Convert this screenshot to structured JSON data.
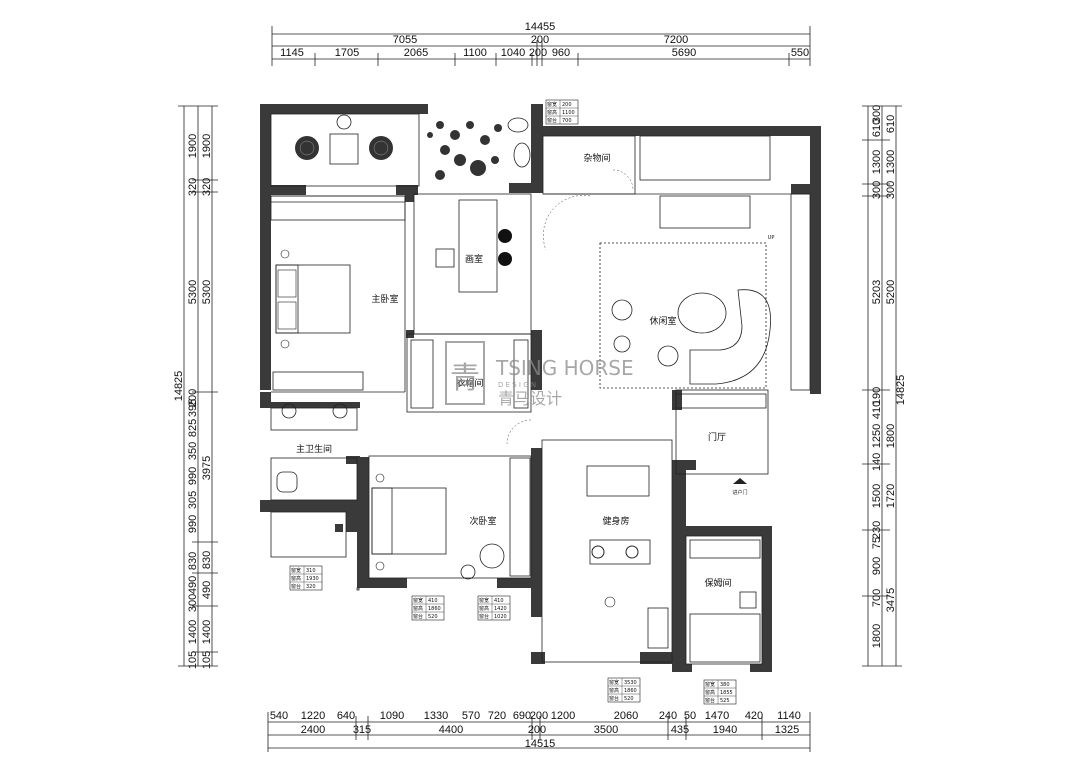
{
  "dimensions": {
    "top": {
      "total": "14455",
      "mid": [
        "7055",
        "200",
        "7200"
      ],
      "detail": [
        "1145",
        "1705",
        "2065",
        "1100",
        "1040",
        "200",
        "960",
        "5690",
        "550"
      ]
    },
    "bottom": {
      "detail": [
        "540",
        "1220",
        "640",
        "1090",
        "1330",
        "570",
        "720",
        "690",
        "200",
        "1200",
        "2060",
        "240",
        "50",
        "1470",
        "420",
        "1140"
      ],
      "mid": [
        "2400",
        "315",
        "4400",
        "200",
        "3500",
        "435",
        "1940",
        "1325"
      ],
      "total": "14515"
    },
    "left": {
      "total": "14825",
      "detail": [
        "1900",
        "320",
        "5300",
        "200",
        "395",
        "825",
        "350",
        "990",
        "305",
        "990",
        "830",
        "490",
        "300",
        "1400",
        "105"
      ],
      "mid": [
        "1900",
        "320",
        "5300",
        "3975",
        "830",
        "490",
        "1400",
        "105"
      ]
    },
    "right": {
      "total": "14825",
      "detail": [
        "300",
        "610",
        "1300",
        "300",
        "5203",
        "190",
        "410",
        "1250",
        "140",
        "1500",
        "230",
        "75",
        "900",
        "700",
        "1800"
      ],
      "mid": [
        "610",
        "1300",
        "300",
        "5200",
        "1800",
        "1720",
        "3475"
      ]
    }
  },
  "rooms": {
    "master_bedroom": "主卧室",
    "studio": "画室",
    "storage": "杂物间",
    "lounge": "休闲室",
    "cloakroom": "衣帽间",
    "master_bath": "主卫生间",
    "second_bedroom": "次卧室",
    "foyer": "门厅",
    "gym": "健身房",
    "nanny_room": "保姆间",
    "entry_door": "进户门",
    "up": "UP"
  },
  "window_tags": [
    {
      "a": "窗宽",
      "a_v": "200",
      "b": "窗高",
      "b_v": "1100",
      "c": "窗台",
      "c_v": "700"
    },
    {
      "a": "窗宽",
      "a_v": "310",
      "b": "窗高",
      "b_v": "1930",
      "c": "窗台",
      "c_v": "320"
    },
    {
      "a": "窗宽",
      "a_v": "410",
      "b": "窗高",
      "b_v": "1860",
      "c": "窗台",
      "c_v": "520"
    },
    {
      "a": "窗宽",
      "a_v": "410",
      "b": "窗高",
      "b_v": "1420",
      "c": "窗台",
      "c_v": "1020"
    },
    {
      "a": "窗宽",
      "a_v": "3530",
      "b": "窗高",
      "b_v": "1860",
      "c": "窗台",
      "c_v": "520"
    },
    {
      "a": "窗宽",
      "a_v": "380",
      "b": "窗高",
      "b_v": "1855",
      "c": "窗台",
      "c_v": "525"
    }
  ],
  "watermark": {
    "brand": "TSING HORSE",
    "sub": "D E S I G N",
    "cn": "青马设计",
    "logo_glyph": "青"
  }
}
